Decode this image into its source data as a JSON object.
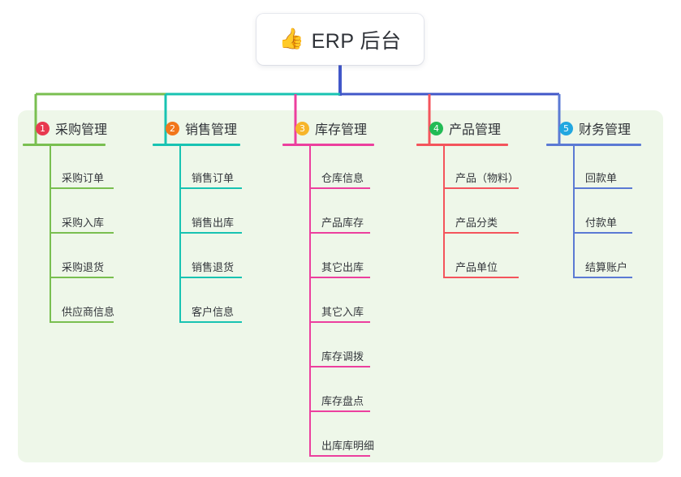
{
  "root": {
    "icon": "thumbs-up-icon",
    "emoji": "👍",
    "title": "ERP 后台"
  },
  "palette": {
    "canvas": "#ffffff",
    "panel_bg": "#eef7e9",
    "text": "#303338",
    "root_line": "#4157c9"
  },
  "columns": [
    {
      "number": "1",
      "title": "采购管理",
      "line_color": "#79bf50",
      "badge_color": "#e8394f",
      "items": [
        {
          "label": "采购订单"
        },
        {
          "label": "采购入库"
        },
        {
          "label": "采购退货"
        },
        {
          "label": "供应商信息"
        }
      ]
    },
    {
      "number": "2",
      "title": "销售管理",
      "line_color": "#18c3b2",
      "badge_color": "#f2761b",
      "items": [
        {
          "label": "销售订单"
        },
        {
          "label": "销售出库"
        },
        {
          "label": "销售退货"
        },
        {
          "label": "客户信息"
        }
      ]
    },
    {
      "number": "3",
      "title": "库存管理",
      "line_color": "#ec3f9e",
      "badge_color": "#f7b52a",
      "items": [
        {
          "label": "仓库信息"
        },
        {
          "label": "产品库存"
        },
        {
          "label": "其它出库"
        },
        {
          "label": "其它入库"
        },
        {
          "label": "库存调拨"
        },
        {
          "label": "库存盘点"
        },
        {
          "label": "出库库明细"
        }
      ]
    },
    {
      "number": "4",
      "title": "产品管理",
      "line_color": "#f4545c",
      "badge_color": "#22bb55",
      "items": [
        {
          "label": "产品（物料）"
        },
        {
          "label": "产品分类"
        },
        {
          "label": "产品单位"
        }
      ]
    },
    {
      "number": "5",
      "title": "财务管理",
      "line_color": "#5b7ad4",
      "badge_color": "#21a7e0",
      "items": [
        {
          "label": "回款单"
        },
        {
          "label": "付款单"
        },
        {
          "label": "结算账户"
        }
      ]
    }
  ]
}
